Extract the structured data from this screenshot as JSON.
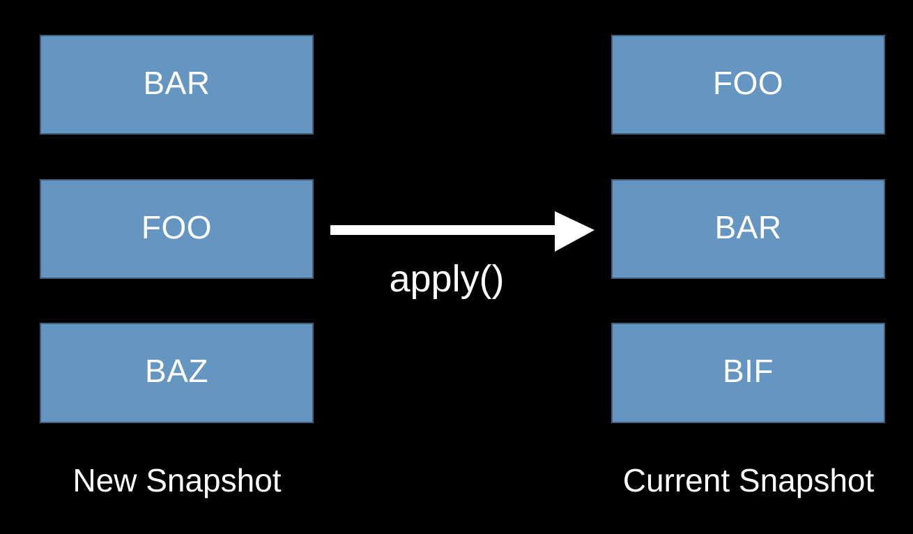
{
  "diagram": {
    "arrow_label": "apply()",
    "left_column": {
      "label": "New Snapshot",
      "boxes": [
        "BAR",
        "FOO",
        "BAZ"
      ]
    },
    "right_column": {
      "label": "Current Snapshot",
      "boxes": [
        "FOO",
        "BAR",
        "BIF"
      ]
    },
    "colors": {
      "background": "#000000",
      "box_fill": "#6496C1",
      "box_border": "#3D6080",
      "text": "#FFFFFF",
      "arrow": "#FFFFFF"
    }
  }
}
